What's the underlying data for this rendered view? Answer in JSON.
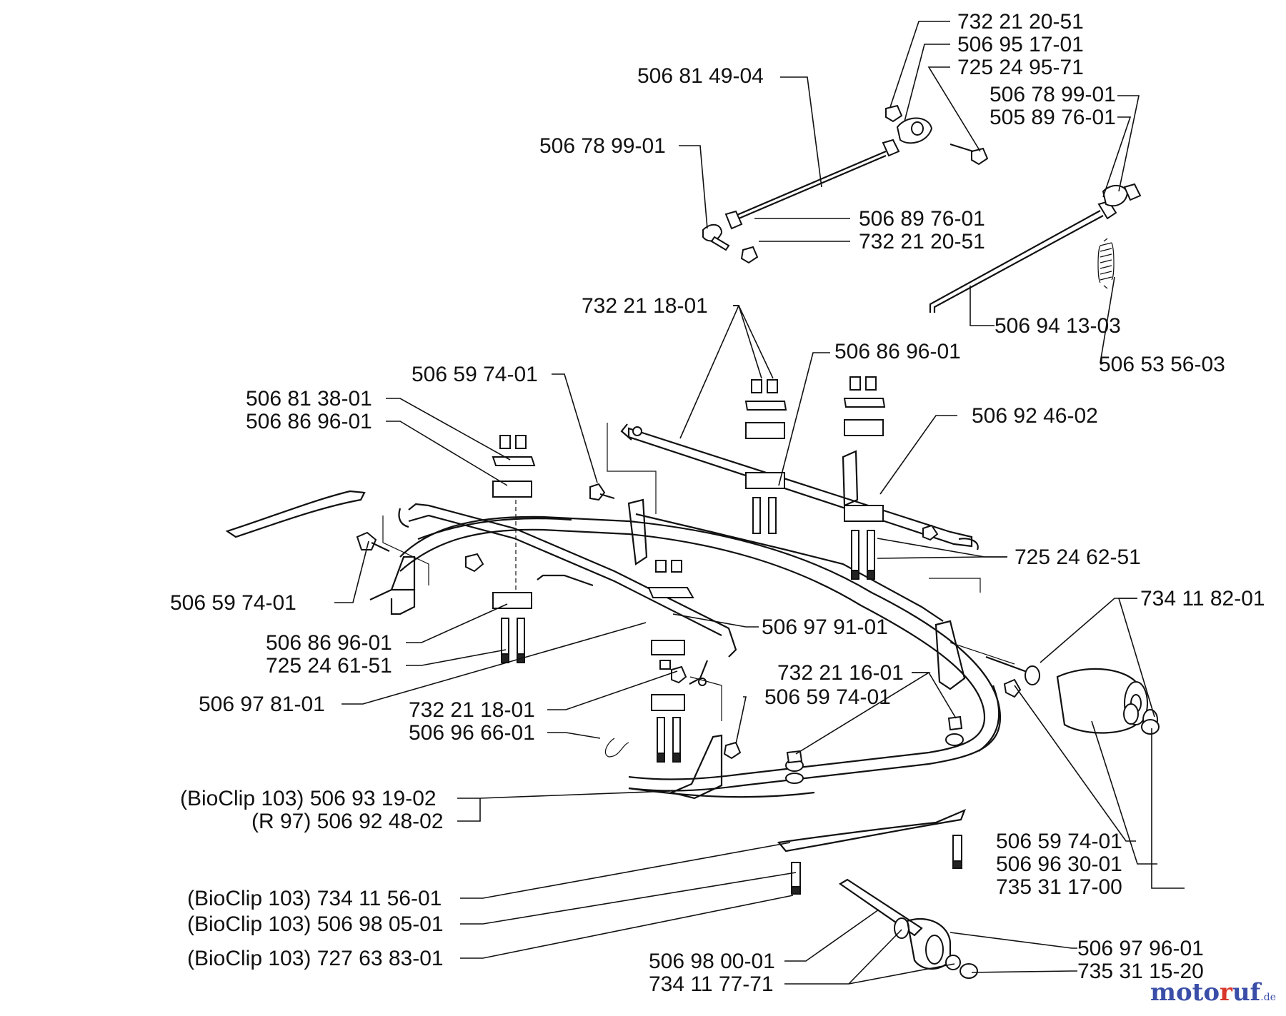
{
  "labels": [
    "732 21 20-51",
    "506 95 17-01",
    "725 24 95-71",
    "506 81 49-04",
    "506 78 99-01",
    "505 89 76-01",
    "506 78 99-01",
    "506 89 76-01",
    "732 21 20-51",
    "732 21 18-01",
    "506 94 13-03",
    "506 86 96-01",
    "506 53 56-03",
    "506 59 74-01",
    "506 81 38-01",
    "506 86 96-01",
    "506 92 46-02",
    "725 24 62-51",
    "734 11 82-01",
    "506 59 74-01",
    "506 97 91-01",
    "506 86 96-01",
    "725 24 61-51",
    "732 21 16-01",
    "506 59 74-01",
    "506 97 81-01",
    "732 21 18-01",
    "506 96 66-01",
    "(BioClip 103) 506 93 19-02",
    "(R 97) 506 92 48-02",
    "506 59 74-01",
    "506 96 30-01",
    "735 31 17-00",
    "(BioClip 103) 734 11 56-01",
    "(BioClip 103) 506 98 05-01",
    "(BioClip 103) 727 63 83-01",
    "506 97 96-01",
    "506 98 00-01",
    "735 31 15-20",
    "734 11 77-71"
  ],
  "brand": {
    "part1": "moto",
    "part2": "r",
    "part3": "uf",
    "suffix": ".de"
  }
}
